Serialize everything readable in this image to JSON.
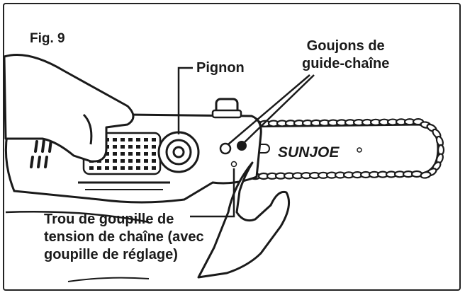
{
  "figure": {
    "title": "Fig. 9",
    "brand_logo": "SUNJOE",
    "callouts": {
      "pignon": "Pignon",
      "goujons_line1": "Goujons de",
      "goujons_line2": "guide-chaîne",
      "trou_line1": "Trou de goupille de",
      "trou_line2": "tension de chaîne (avec",
      "trou_line3": "goupille de réglage)"
    }
  },
  "colors": {
    "ink": "#1a1a1a",
    "frame": "#222222",
    "background": "#ffffff"
  }
}
